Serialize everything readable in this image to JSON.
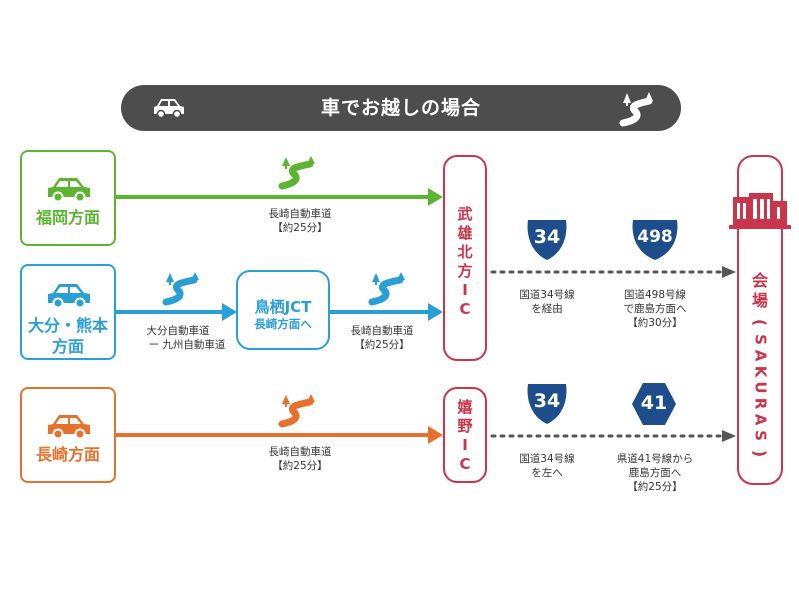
{
  "header": {
    "title": "車でお越しの場合",
    "car_icon": "car-icon",
    "road_icon": "road-icon"
  },
  "colors": {
    "fukuoka": "#5cb531",
    "oita": "#2a9fd6",
    "nagasaki": "#e8702d",
    "venue": "#c9354a",
    "route_badge": "#1e4d8c",
    "header_bg": "#4d4d4d"
  },
  "origins": {
    "fukuoka": {
      "label": "福岡方面"
    },
    "oita": {
      "label_line1": "大分・熊本",
      "label_line2": "方面"
    },
    "nagasaki": {
      "label": "長崎方面"
    }
  },
  "routes": {
    "fukuoka_expressway": {
      "line1": "長崎自動車道",
      "line2": "【約25分】"
    },
    "oita_expressway": {
      "line1": "大分自動車道",
      "line2": "ー 九州自動車道"
    },
    "jct": {
      "name": "鳥栖JCT",
      "sub": "長崎方面へ"
    },
    "jct_expressway": {
      "line1": "長崎自動車道",
      "line2": "【約25分】"
    },
    "nagasaki_expressway": {
      "line1": "長崎自動車道",
      "line2": "【約25分】"
    }
  },
  "interchanges": {
    "takeo": {
      "chars": [
        "武",
        "雄",
        "北",
        "方",
        "I",
        "C"
      ]
    },
    "ureshino": {
      "chars": [
        "嬉",
        "野",
        "I",
        "C"
      ]
    }
  },
  "via": {
    "takeo_route1": {
      "number": "34",
      "line1": "国道34号線",
      "line2": "を経由"
    },
    "takeo_route2": {
      "number": "498",
      "line1": "国道498号線",
      "line2": "で鹿島方面へ",
      "line3": "【約30分】"
    },
    "ureshino_route1": {
      "number": "34",
      "line1": "国道34号線",
      "line2": "を左へ"
    },
    "ureshino_route2": {
      "number": "41",
      "line1": "県道41号線から",
      "line2": "鹿島方面へ",
      "line3": "【約25分】"
    }
  },
  "venue": {
    "chars": [
      "会",
      "場"
    ],
    "paren_open": "(",
    "paren_close": ")",
    "name_chars": [
      "S",
      "A",
      "K",
      "U",
      "R",
      "A",
      "S"
    ],
    "icon": "building-icon"
  }
}
